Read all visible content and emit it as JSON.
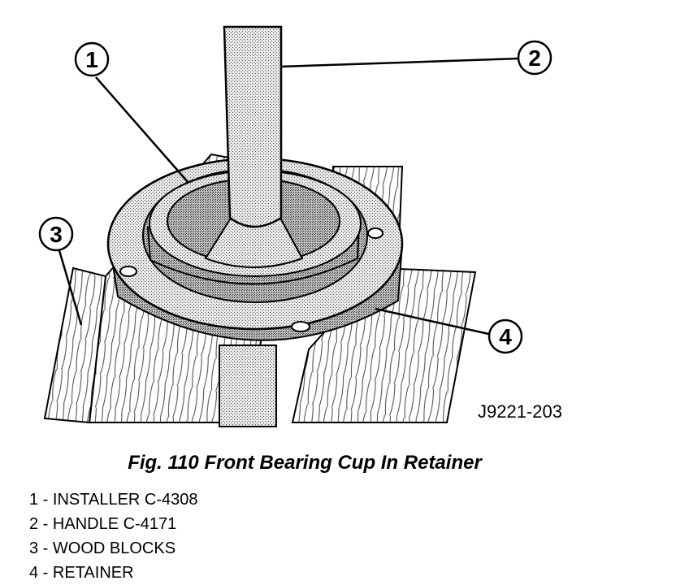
{
  "figure": {
    "code": "J9221-203",
    "caption": "Fig. 110 Front Bearing Cup In Retainer",
    "callouts": [
      {
        "number": "1",
        "text": "INSTALLER C-4308"
      },
      {
        "number": "2",
        "text": "HANDLE C-4171"
      },
      {
        "number": "3",
        "text": "WOOD BLOCKS"
      },
      {
        "number": "4",
        "text": "RETAINER"
      }
    ]
  }
}
